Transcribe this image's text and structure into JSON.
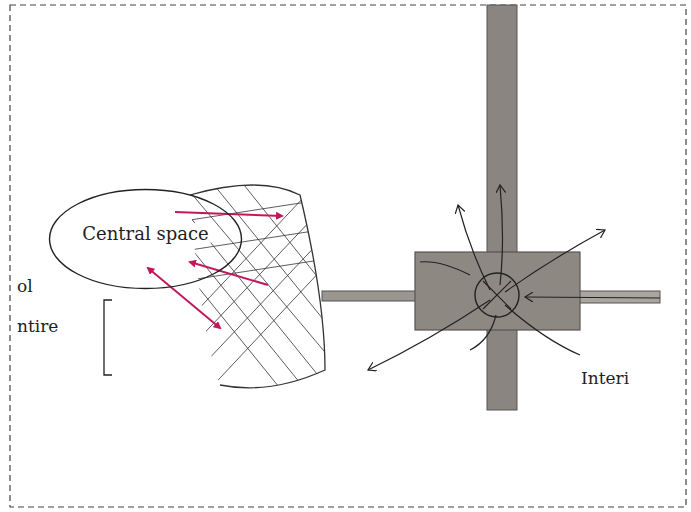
{
  "diagram": {
    "nodes": [
      {
        "text": [
          "Central space"
        ]
      }
    ],
    "labels": [
      "ol",
      "ntire",
      "Interi"
    ]
  }
}
